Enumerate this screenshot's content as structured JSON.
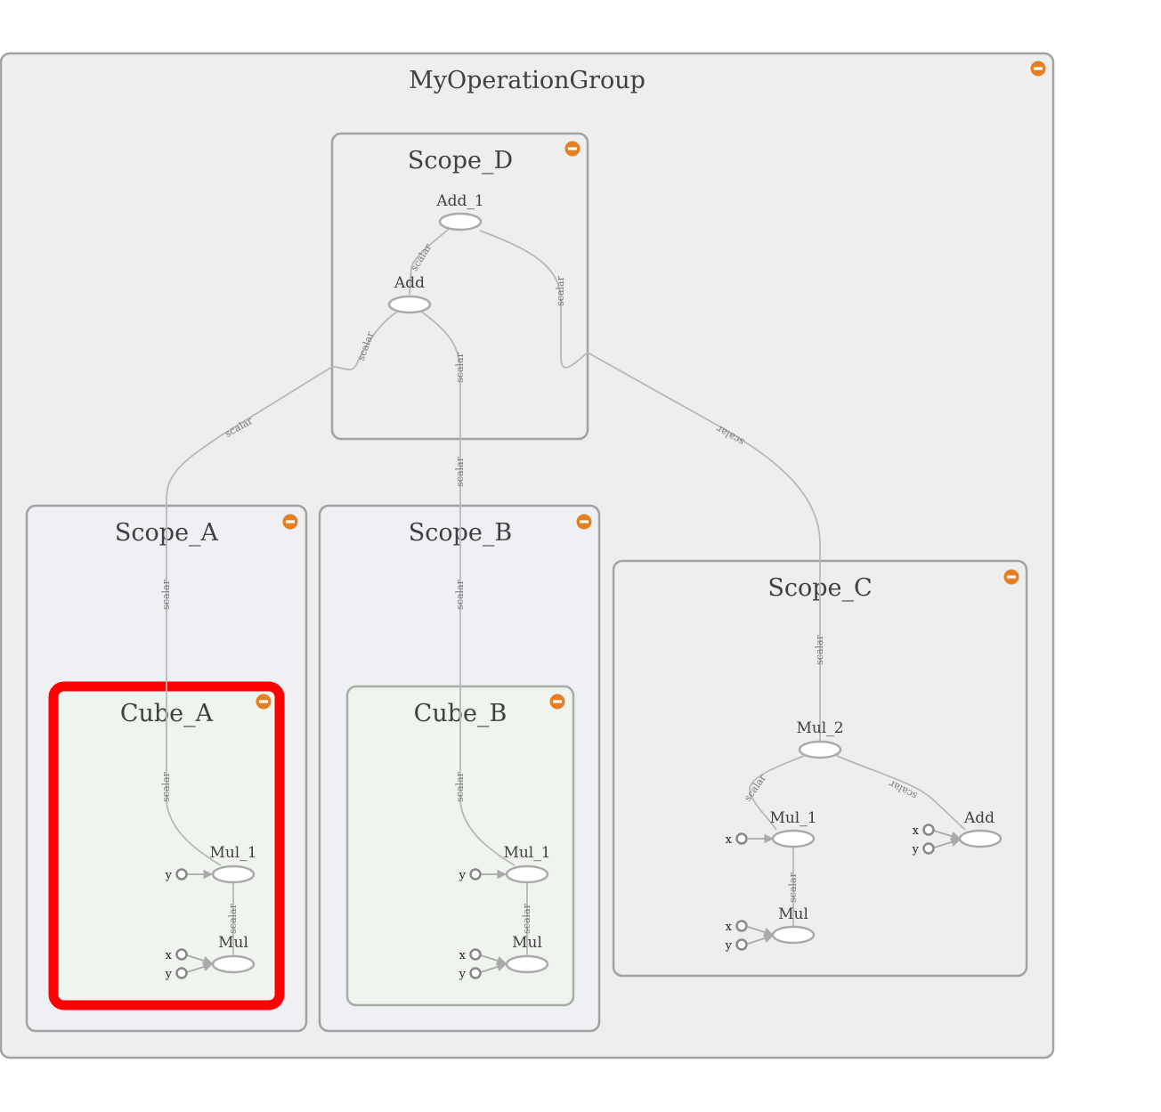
{
  "graph": {
    "root_group": "MyOperationGroup",
    "groups": {
      "scope_d": "Scope_D",
      "scope_a": "Scope_A",
      "scope_b": "Scope_B",
      "scope_c": "Scope_C",
      "cube_a": "Cube_A",
      "cube_b": "Cube_B"
    },
    "nodes": {
      "d_add_1": "Add_1",
      "d_add": "Add",
      "a_mul_1": "Mul_1",
      "a_mul": "Mul",
      "b_mul_1": "Mul_1",
      "b_mul": "Mul",
      "c_mul_2": "Mul_2",
      "c_mul_1": "Mul_1",
      "c_add": "Add",
      "c_mul": "Mul"
    },
    "ports": {
      "x": "x",
      "y": "y"
    },
    "edge_label": "scalar",
    "colors": {
      "collapse_button": "#e67e22",
      "highlight": "#ff0000",
      "group_fill": "#eeeeee",
      "scope_fill": "#eef0f4",
      "cube_fill": "#f0f4ee"
    },
    "icons": {
      "collapse": "minus-circle-icon"
    },
    "selected_group": "Cube_A"
  }
}
